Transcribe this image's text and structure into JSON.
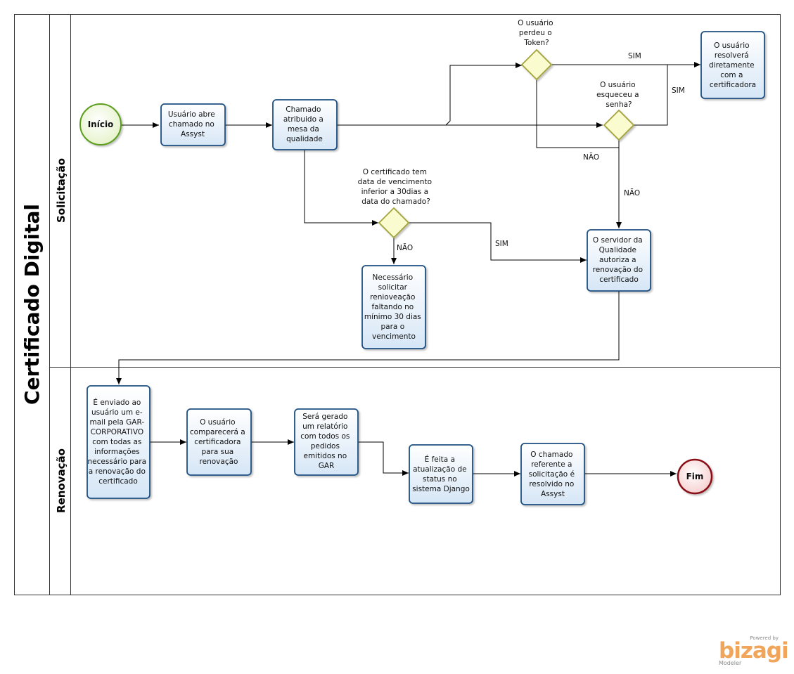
{
  "pool": {
    "title": "Certificado Digital"
  },
  "lanes": {
    "solicitacao": "Solicitação",
    "renovacao": "Renovação"
  },
  "events": {
    "start": "Início",
    "end": "Fim"
  },
  "tasks": {
    "t1": [
      "Usuário abre",
      "chamado no",
      "Assyst"
    ],
    "t2": [
      "Chamado",
      "atribuido a",
      "mesa da",
      "qualidade"
    ],
    "t3": [
      "O usuário",
      "resolverá",
      "diretamente",
      "com a",
      "certificadora"
    ],
    "t4": [
      "O servidor da",
      "Qualidade",
      "autoriza a",
      "renovação do",
      "certificado"
    ],
    "t5": [
      "Necessário",
      "solicitar",
      "renioveação",
      "faltando no",
      "mínimo 30 dias",
      "para o",
      "vencimento"
    ],
    "r1": [
      "É enviado ao",
      "usuário um e-",
      "mail pela GAR-",
      "CORPORATIVO",
      "com todas as",
      "informações",
      "necessário para",
      "a renovação do",
      "certificado"
    ],
    "r2": [
      "O usuário",
      "comparecerá a",
      "certificadora",
      "para sua",
      "renovação"
    ],
    "r3": [
      "Será gerado",
      "um relatório",
      "com todos os",
      "pedidos",
      "emitidos no",
      "GAR"
    ],
    "r4": [
      "É feita a",
      "atualização de",
      "status no",
      "sistema Django"
    ],
    "r5": [
      "O chamado",
      "referente a",
      "solicitação é",
      "resolvido no",
      "Assyst"
    ]
  },
  "gateways": {
    "g1": [
      "O usuário",
      "perdeu o",
      "Token?"
    ],
    "g2": [
      "O usuário",
      "esqueceu a",
      "senha?"
    ],
    "g3": [
      "O certificado tem",
      "data de vencimento",
      "inferior a 30dias a",
      "data do chamado?"
    ]
  },
  "edge_labels": {
    "g1_sim": "SIM",
    "g2_sim": "SIM",
    "g1_nao": "NÃO",
    "g2_nao": "NÃO",
    "g3_sim": "SIM",
    "g3_nao": "NÃO"
  },
  "branding": {
    "powered": "Powered by",
    "name": "bizagi",
    "product": "Modeler"
  },
  "colors": {
    "task_fill": "#e2edf8",
    "task_stroke": "#1f4f82",
    "gateway_fill": "#fbfbd0",
    "gateway_stroke": "#a3a33a",
    "start_stroke": "#5b9e1f",
    "end_stroke": "#8a0e14",
    "line": "#000000"
  }
}
